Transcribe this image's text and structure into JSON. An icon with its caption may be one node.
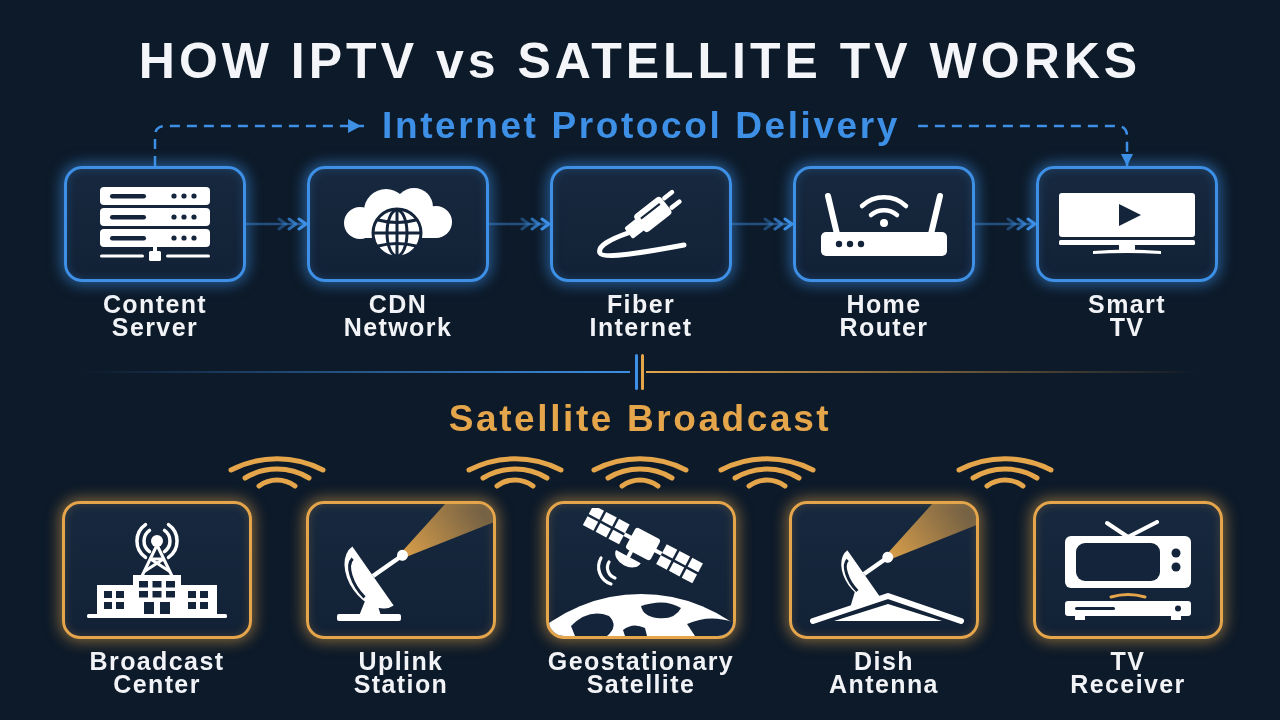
{
  "diagram": {
    "title": "HOW IPTV vs SATELLITE TV WORKS",
    "nodes": [
      {
        "text": [
          "Content Server"
        ]
      },
      {
        "text": [
          "CDN Network"
        ]
      },
      {
        "text": [
          "Fiber Internet"
        ]
      },
      {
        "text": [
          "Home Router"
        ]
      },
      {
        "text": [
          "Smart TV"
        ]
      },
      {
        "text": [
          "Broadcast Center"
        ]
      },
      {
        "text": [
          "Uplink Station"
        ]
      },
      {
        "text": [
          "Geostationary Satellite"
        ]
      },
      {
        "text": [
          "Dish Antenna"
        ]
      },
      {
        "text": [
          "TV Receiver"
        ]
      }
    ],
    "edges": [
      {
        "from": 0,
        "to": 1,
        "arrow": "to"
      },
      {
        "from": 1,
        "to": 2,
        "arrow": "to"
      },
      {
        "from": 2,
        "to": 3,
        "arrow": "to"
      },
      {
        "from": 3,
        "to": 4,
        "arrow": "to"
      },
      {
        "from": 0,
        "to": 4,
        "arrow": "to",
        "label": "Internet Protocol Delivery",
        "style": "dashed"
      }
    ],
    "labels": [
      "Satellite Broadcast"
    ]
  }
}
